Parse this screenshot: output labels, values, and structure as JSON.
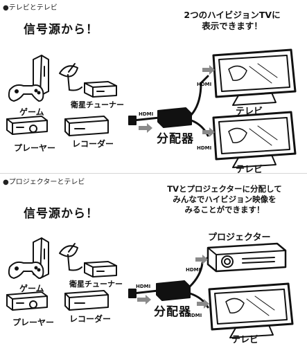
{
  "sections": [
    {
      "title": "●テレビとテレビ",
      "headline": "信号源から！",
      "message_lines": [
        "2つのハイビジョンTVに",
        "表示できます！"
      ],
      "sources": [
        "ゲーム",
        "衛星チューナー",
        "プレーヤー",
        "レコーダー"
      ],
      "input_label": "HDMI",
      "splitter_label": "分配器",
      "outputs": [
        {
          "label": "テレビ",
          "cable_label": "HDMI"
        },
        {
          "label": "テレビ",
          "cable_label": "HDMI"
        }
      ]
    },
    {
      "title": "●プロジェクターとテレビ",
      "headline": "信号源から！",
      "message_lines": [
        "TVとプロジェクターに分配して",
        "みんなでハイビジョン映像を",
        "みることができます！"
      ],
      "sources": [
        "ゲーム",
        "衛星チューナー",
        "プレーヤー",
        "レコーダー"
      ],
      "input_label": "HDMI",
      "splitter_label": "分配器",
      "outputs": [
        {
          "label": "プロジェクター",
          "cable_label": "HDMI"
        },
        {
          "label": "テレビ",
          "cable_label": "HDMI"
        }
      ]
    }
  ],
  "colors": {
    "ink": "#111111",
    "arrow": "#8a8a8a",
    "background": "#ffffff"
  }
}
